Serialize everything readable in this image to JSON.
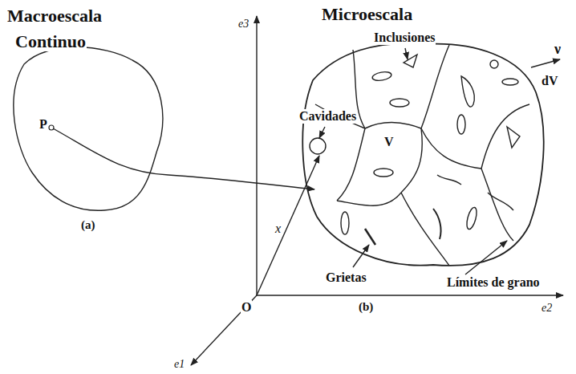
{
  "diagram": {
    "labels": [
      "Macroescala",
      "Continuo",
      "Microescala",
      "Inclusiones",
      "Cavidades",
      "e3",
      "P",
      "V",
      "ν",
      "dV",
      "(a)",
      "x",
      "Grietas",
      "Límites de grano",
      "O",
      "e2",
      "(b)",
      "e1"
    ]
  }
}
